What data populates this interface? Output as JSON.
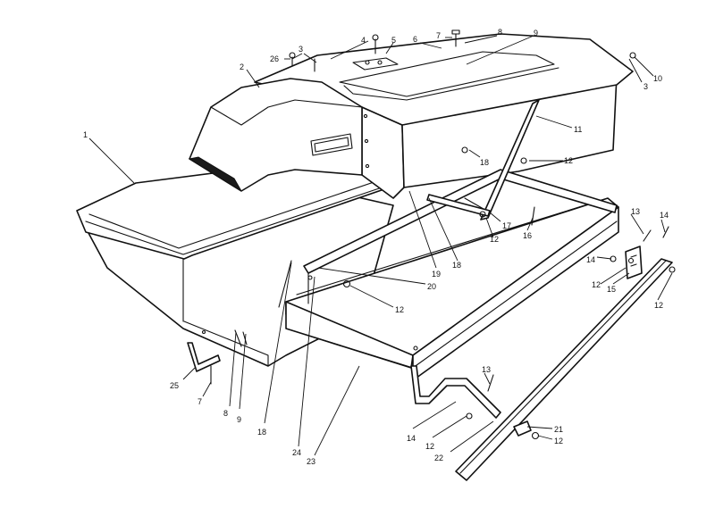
{
  "diagram": {
    "callouts": [
      {
        "id": "c1",
        "label": "1"
      },
      {
        "id": "c2",
        "label": "2"
      },
      {
        "id": "c26",
        "label": "26"
      },
      {
        "id": "c3a",
        "label": "3"
      },
      {
        "id": "c4",
        "label": "4"
      },
      {
        "id": "c5",
        "label": "5"
      },
      {
        "id": "c6",
        "label": "6"
      },
      {
        "id": "c7a",
        "label": "7"
      },
      {
        "id": "c8a",
        "label": "8"
      },
      {
        "id": "c9a",
        "label": "9"
      },
      {
        "id": "c10",
        "label": "10"
      },
      {
        "id": "c3b",
        "label": "3"
      },
      {
        "id": "c11",
        "label": "11"
      },
      {
        "id": "c18a",
        "label": "18"
      },
      {
        "id": "c12a",
        "label": "12"
      },
      {
        "id": "c17",
        "label": "17"
      },
      {
        "id": "c12b",
        "label": "12"
      },
      {
        "id": "c16",
        "label": "16"
      },
      {
        "id": "c13a",
        "label": "13"
      },
      {
        "id": "c14a",
        "label": "14"
      },
      {
        "id": "c14b",
        "label": "14"
      },
      {
        "id": "c12c",
        "label": "12"
      },
      {
        "id": "c15",
        "label": "15"
      },
      {
        "id": "c12d",
        "label": "12"
      },
      {
        "id": "c19",
        "label": "19"
      },
      {
        "id": "c18b",
        "label": "18"
      },
      {
        "id": "c20",
        "label": "20"
      },
      {
        "id": "c12e",
        "label": "12"
      },
      {
        "id": "c25",
        "label": "25"
      },
      {
        "id": "c7b",
        "label": "7"
      },
      {
        "id": "c8b",
        "label": "8"
      },
      {
        "id": "c9b",
        "label": "9"
      },
      {
        "id": "c18c",
        "label": "18"
      },
      {
        "id": "c24",
        "label": "24"
      },
      {
        "id": "c23",
        "label": "23"
      },
      {
        "id": "c13b",
        "label": "13"
      },
      {
        "id": "c14c",
        "label": "14"
      },
      {
        "id": "c12f",
        "label": "12"
      },
      {
        "id": "c22",
        "label": "22"
      },
      {
        "id": "c21",
        "label": "21"
      },
      {
        "id": "c12g",
        "label": "12"
      }
    ]
  }
}
